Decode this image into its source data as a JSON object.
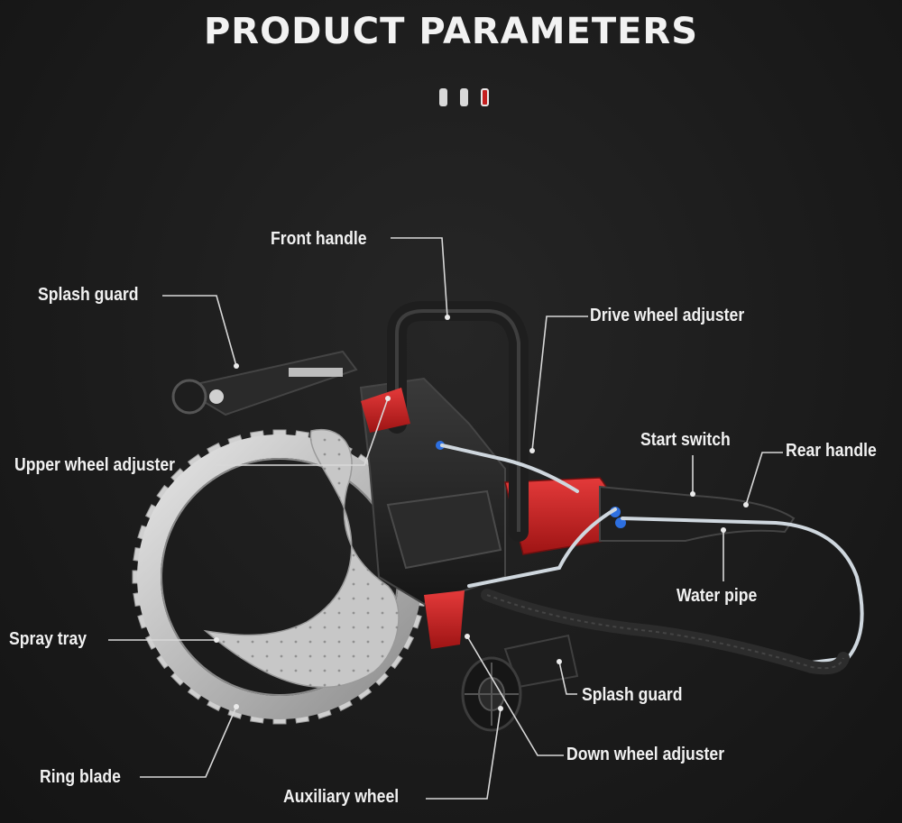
{
  "title": "PRODUCT PARAMETERS",
  "labels": {
    "front_handle": "Front handle",
    "splash_guard_top": "Splash guard",
    "drive_wheel_adjuster": "Drive wheel adjuster",
    "start_switch": "Start switch",
    "rear_handle": "Rear handle",
    "upper_wheel_adjuster": "Upper wheel adjuster",
    "water_pipe": "Water pipe",
    "spray_tray": "Spray tray",
    "splash_guard_bottom": "Splash guard",
    "down_wheel_adjuster": "Down wheel adjuster",
    "ring_blade": "Ring blade",
    "auxiliary_wheel": "Auxiliary wheel"
  },
  "colors": {
    "background": "#1b1b1b",
    "text": "#f1f1f1",
    "accent_red": "#c41e1e",
    "leader_line": "#d8d8d8"
  }
}
